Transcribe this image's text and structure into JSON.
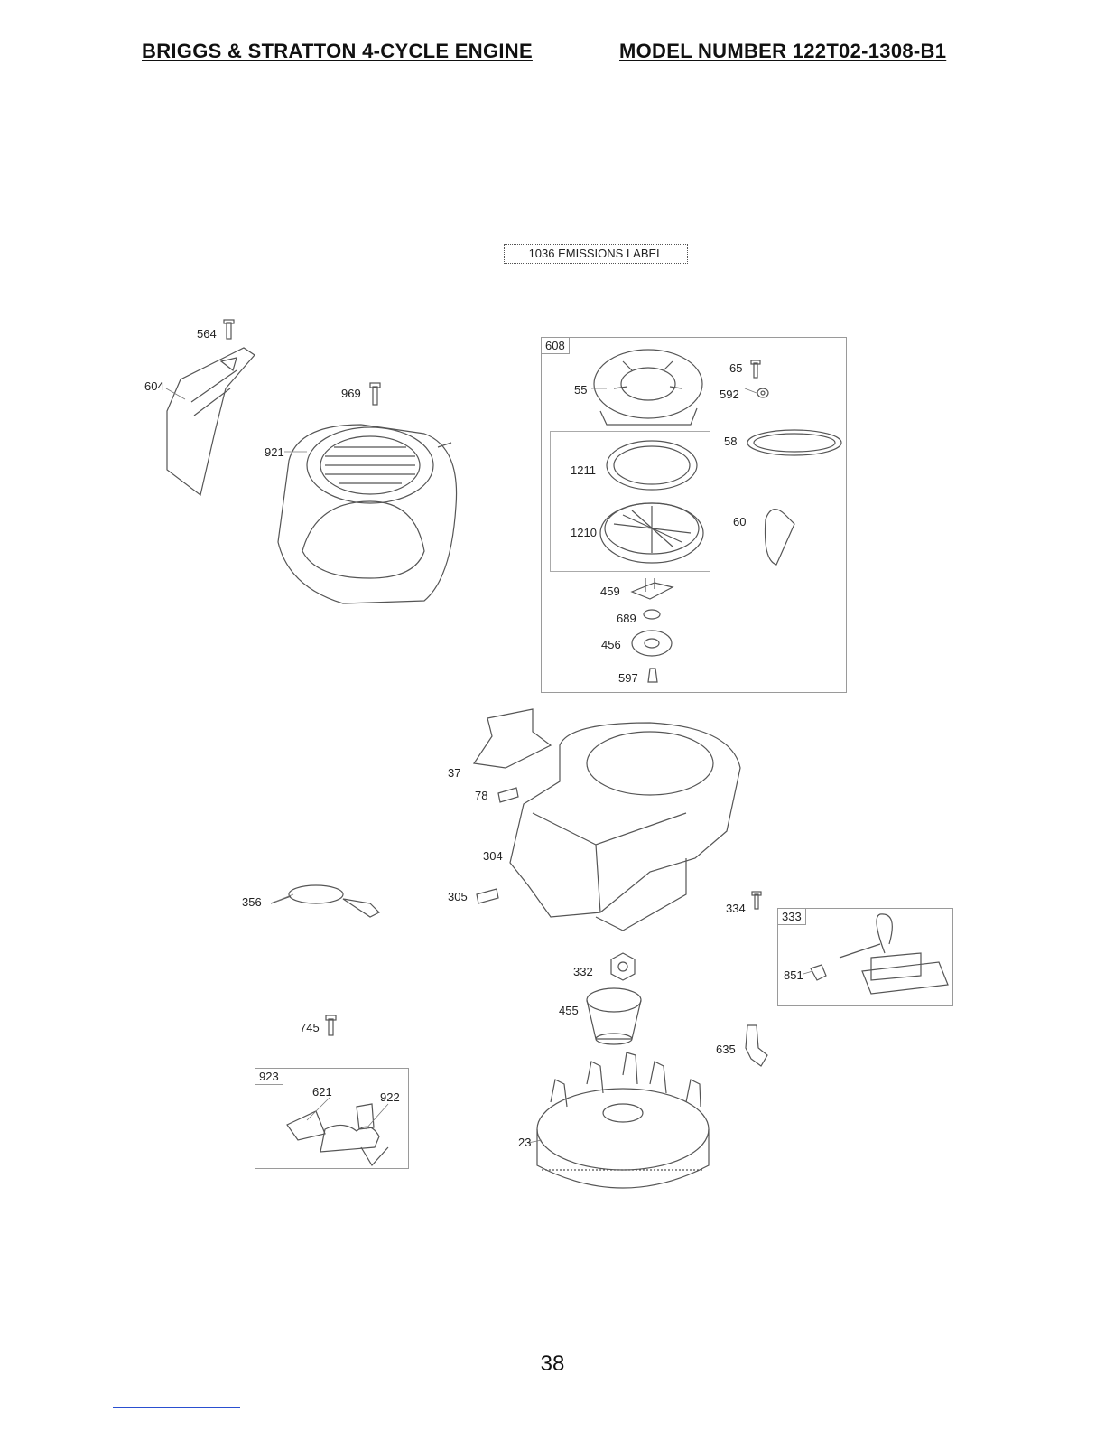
{
  "header": {
    "left": "BRIGGS & STRATTON 4-CYCLE ENGINE",
    "right": "MODEL NUMBER 122T02-1308-B1"
  },
  "emissions_label": "1036 EMISSIONS LABEL",
  "groups": {
    "starter": "608",
    "ignition": "333",
    "governor": "923"
  },
  "parts": {
    "p564": "564",
    "p604": "604",
    "p969": "969",
    "p921": "921",
    "p65": "65",
    "p55": "55",
    "p592": "592",
    "p58": "58",
    "p1211": "1211",
    "p1210": "1210",
    "p60": "60",
    "p459": "459",
    "p689": "689",
    "p456": "456",
    "p597": "597",
    "p37": "37",
    "p78": "78",
    "p304": "304",
    "p356": "356",
    "p305": "305",
    "p334": "334",
    "p851": "851",
    "p332": "332",
    "p455": "455",
    "p745": "745",
    "p635": "635",
    "p621": "621",
    "p922": "922",
    "p23": "23"
  },
  "page_number": "38"
}
